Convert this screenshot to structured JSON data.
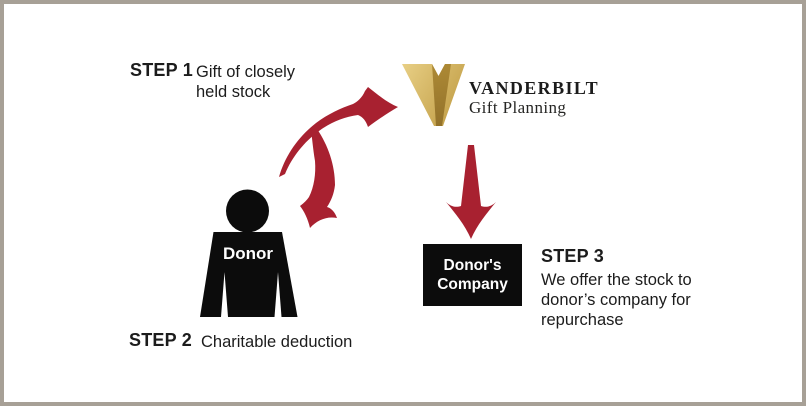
{
  "colors": {
    "border": "#a7a096",
    "accent_red": "#a82130",
    "black": "#0c0c0c",
    "white": "#ffffff",
    "text_dark": "#1c1c1c",
    "gold_light": "#e8cf85",
    "gold_mid": "#c3a049",
    "gold_dark": "#8d6c26",
    "gold_shadow": "#a8842f"
  },
  "steps": {
    "step1": {
      "label": "STEP 1",
      "lines": [
        "Gift of closely",
        "held stock"
      ]
    },
    "step2": {
      "label": "STEP 2",
      "lines": [
        "Charitable deduction"
      ]
    },
    "step3": {
      "label": "STEP 3",
      "lines": [
        "We offer the stock to",
        "donor’s company for",
        "repurchase"
      ]
    }
  },
  "logo": {
    "title": "VANDERBILT",
    "subtitle": "Gift Planning",
    "mark": "vanderbilt-v-logo"
  },
  "donor": {
    "label": "Donor"
  },
  "company": {
    "lines": [
      "Donor's",
      "Company"
    ]
  },
  "arrows": {
    "gift": "curved-arrow-donor-to-vanderbilt",
    "deduction": "curved-arrow-vanderbilt-to-donor",
    "offer": "straight-arrow-vanderbilt-to-company"
  }
}
